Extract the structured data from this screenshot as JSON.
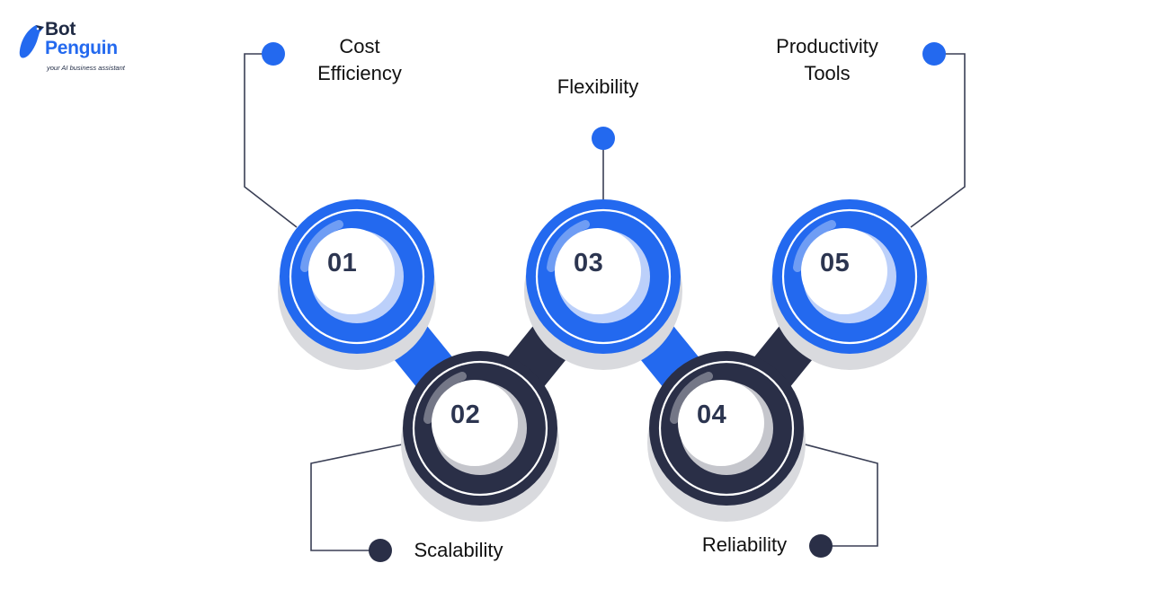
{
  "brand": {
    "name_line1": "Bot",
    "name_line2": "Penguin",
    "tagline": "your AI business assistant",
    "icon": "penguin-logo-icon"
  },
  "colors": {
    "blue": "#2369ef",
    "dark": "#2a2f47",
    "light_blue": "#bcd0fa",
    "shadow": "#d9dade"
  },
  "steps": [
    {
      "number": "01",
      "label_lines": [
        "Cost",
        "Efficiency"
      ],
      "color": "blue"
    },
    {
      "number": "02",
      "label_lines": [
        "Scalability"
      ],
      "color": "dark"
    },
    {
      "number": "03",
      "label_lines": [
        "Flexibility"
      ],
      "color": "blue"
    },
    {
      "number": "04",
      "label_lines": [
        "Reliability"
      ],
      "color": "dark"
    },
    {
      "number": "05",
      "label_lines": [
        "Productivity",
        "Tools"
      ],
      "color": "blue"
    }
  ]
}
